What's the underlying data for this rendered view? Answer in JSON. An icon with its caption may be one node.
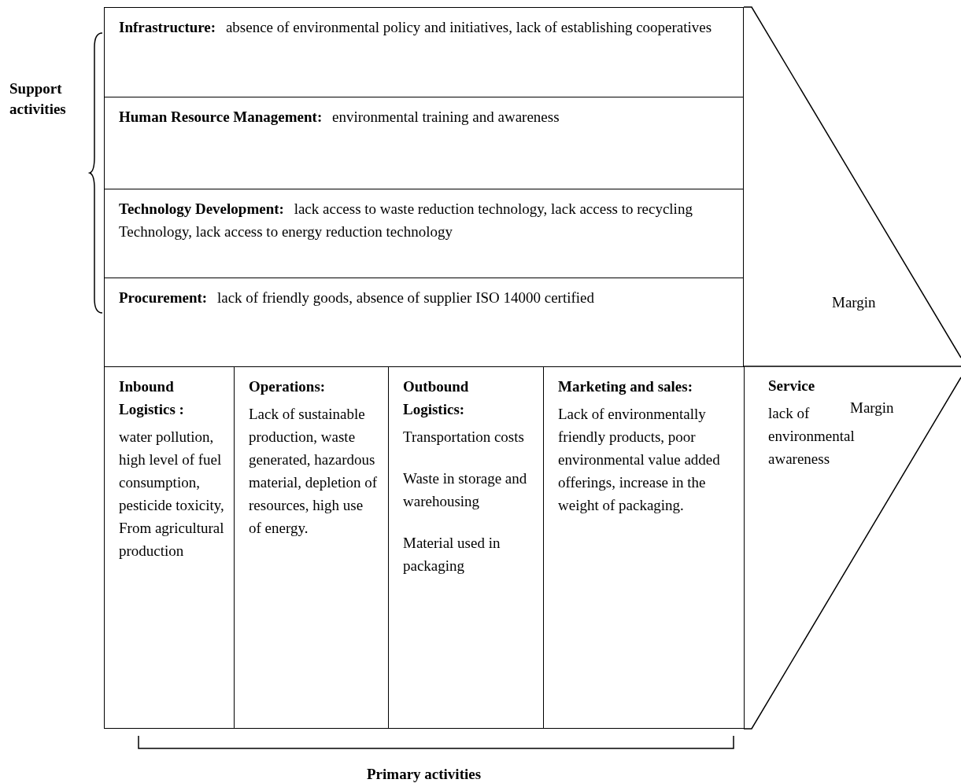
{
  "diagram": {
    "nodes": [
      {
        "text": [
          "Infrastructure:",
          "absence of environmental policy and initiatives, lack of establishing cooperatives"
        ]
      },
      {
        "text": [
          "Human Resource Management:",
          "environmental training and awareness"
        ]
      },
      {
        "text": [
          "Technology Development:",
          "lack access to waste reduction technology, lack access to recycling Technology, lack access to energy reduction technology"
        ]
      },
      {
        "text": [
          "Procurement:",
          "lack of friendly goods, absence of supplier ISO 14000 certified"
        ]
      },
      {
        "text": [
          "Inbound Logistics :",
          "water pollution, high level of fuel consumption, pesticide toxicity, From agricultural production"
        ]
      },
      {
        "text": [
          "Operations:",
          "Lack of sustainable production, waste generated, hazardous material, depletion of resources, high use of energy."
        ]
      },
      {
        "text": [
          "Outbound Logistics:",
          "Transportation costs",
          "Waste in storage and warehousing",
          "Material used in packaging"
        ]
      },
      {
        "text": [
          "Marketing and sales:",
          "Lack of environmentally friendly products, poor environmental value added offerings, increase in the weight of packaging."
        ]
      },
      {
        "text": [
          "Service",
          "lack of environmental awareness"
        ]
      }
    ],
    "edges": [],
    "labels": [
      "Support activities",
      "Margin",
      "Margin",
      "Primary activities"
    ]
  }
}
